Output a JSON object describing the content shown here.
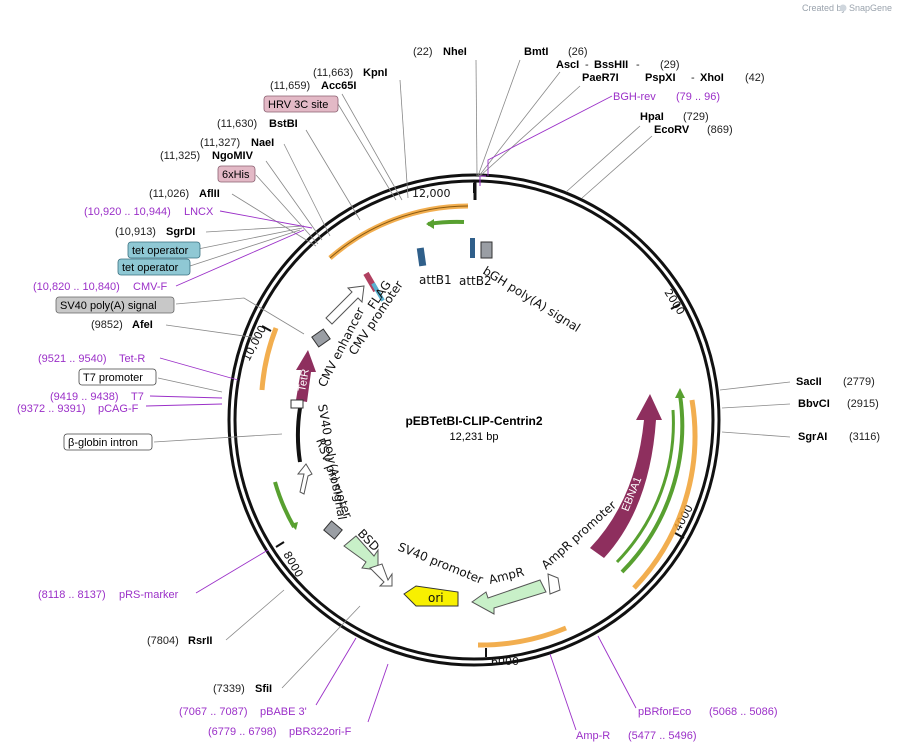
{
  "brand": {
    "prefix": "Created by",
    "name": "SnapGene"
  },
  "plasmid": {
    "name": "pEBTetBI-CLIP-Centrin2",
    "length": "12,231 bp"
  },
  "ticks": [
    "12,000",
    "2000",
    "4000",
    "6000",
    "8000",
    "10,000"
  ],
  "sites": [
    {
      "pos": "(22)",
      "name": "NheI"
    },
    {
      "pos": "(26)",
      "name": "BmtI"
    },
    {
      "pos": "(29)",
      "name": "AscI",
      "name2": "BssHII"
    },
    {
      "pos": "(42)",
      "name": "PaeR7I",
      "name2": "PspXI",
      "name3": "XhoI"
    },
    {
      "pos": "(729)",
      "name": "HpaI"
    },
    {
      "pos": "(869)",
      "name": "EcoRV"
    },
    {
      "pos": "(2779)",
      "name": "SacII"
    },
    {
      "pos": "(2915)",
      "name": "BbvCI"
    },
    {
      "pos": "(3116)",
      "name": "SgrAI"
    },
    {
      "pos": "(11,663)",
      "name": "KpnI"
    },
    {
      "pos": "(11,659)",
      "name": "Acc65I"
    },
    {
      "pos": "(11,630)",
      "name": "BstBI"
    },
    {
      "pos": "(11,327)",
      "name": "NaeI"
    },
    {
      "pos": "(11,325)",
      "name": "NgoMIV"
    },
    {
      "pos": "(11,026)",
      "name": "AflII"
    },
    {
      "pos": "(10,913)",
      "name": "SgrDI"
    },
    {
      "pos": "(9852)",
      "name": "AfeI"
    },
    {
      "pos": "(7804)",
      "name": "RsrII"
    },
    {
      "pos": "(7339)",
      "name": "SfiI"
    }
  ],
  "primers": [
    {
      "name": "BGH-rev",
      "range": "(79 .. 96)"
    },
    {
      "name": "LNCX",
      "range": "(10,920 .. 10,944)"
    },
    {
      "name": "CMV-F",
      "range": "(10,820 .. 10,840)"
    },
    {
      "name": "Tet-R",
      "range": "(9521 .. 9540)"
    },
    {
      "name": "T7",
      "range": "(9419 .. 9438)"
    },
    {
      "name": "pCAG-F",
      "range": "(9372 .. 9391)"
    },
    {
      "name": "pRS-marker",
      "range": "(8118 .. 8137)"
    },
    {
      "name": "pBABE 3'",
      "range": "(7067 .. 7087)"
    },
    {
      "name": "pBR322ori-F",
      "range": "(6779 .. 6798)"
    },
    {
      "name": "Amp-R",
      "range": "(5477 .. 5496)"
    },
    {
      "name": "pBRforEco",
      "range": "(5068 .. 5086)"
    }
  ],
  "boxed": [
    {
      "label": "HRV 3C site",
      "color": "#e3b9c6"
    },
    {
      "label": "6xHis",
      "color": "#e3b9c6"
    },
    {
      "label": "tet operator",
      "color": "#8fc8d4"
    },
    {
      "label": "tet operator",
      "color": "#8fc8d4"
    },
    {
      "label": "SV40 poly(A) signal",
      "color": "#c8c8c8"
    },
    {
      "label": "T7 promoter",
      "color": "#ffffff"
    },
    {
      "label": "β-globin intron",
      "color": "#ffffff"
    }
  ],
  "features": {
    "attB1": "attB1",
    "attB2": "attB2",
    "bgh": "bGH poly(A) signal",
    "flag": "FLAG",
    "cmv_promoter": "CMV promoter",
    "cmv_enhancer": "CMV enhancer",
    "tetr": "TetR",
    "sv40pa": "SV40 poly(A) signal",
    "rsv": "RSV promoter",
    "bsd": "BSD",
    "sv40p": "SV40 promoter",
    "ori": "ori",
    "ampr": "AmpR",
    "ampr_promoter": "AmpR promoter",
    "ebna1": "EBNA1"
  },
  "colors": {
    "backbone": "#000000",
    "primer": "#9b30c8",
    "orange_feature": "#f0a030",
    "green_feature": "#58a030",
    "tetr": "#8e2f5e",
    "ebna1": "#8e2f5e",
    "ampr": "#c8f0c8",
    "ori": "#f8f000",
    "bsd": "#c8f0c8"
  }
}
